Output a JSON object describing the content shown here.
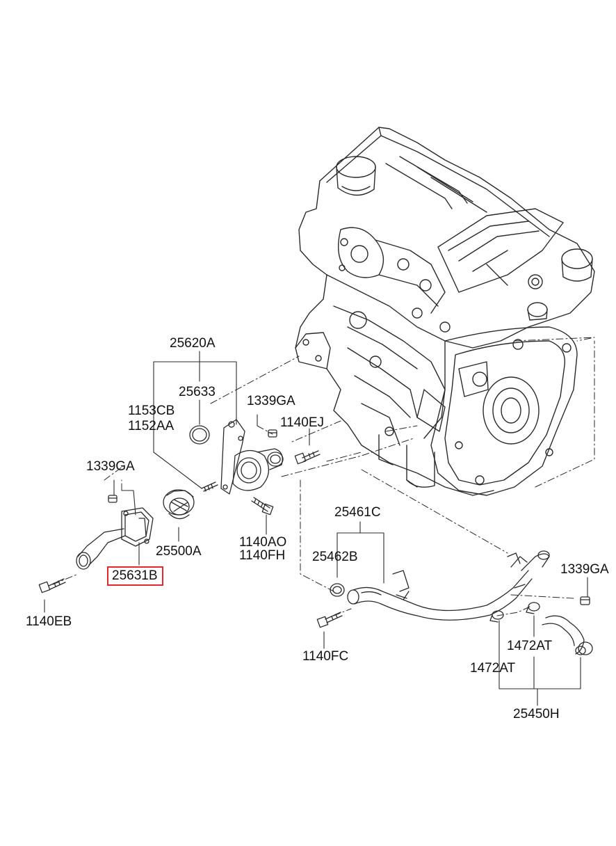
{
  "labels": {
    "25620A": "25620A",
    "25633": "25633",
    "1153CB": "1153CB",
    "1152AA": "1152AA",
    "1339GA_top": "1339GA",
    "1140EJ": "1140EJ",
    "1339GA_left": "1339GA",
    "25500A": "25500A",
    "1140AO": "1140AO",
    "1140FH": "1140FH",
    "25631B": "25631B",
    "1140EB": "1140EB",
    "25461C": "25461C",
    "25462B": "25462B",
    "1339GA_right": "1339GA",
    "1140FC": "1140FC",
    "1472AT_right": "1472AT",
    "1472AT_left": "1472AT",
    "25450H": "25450H"
  },
  "colors": {
    "line": "#2a2a2a",
    "highlight": "#e5262a",
    "background": "#ffffff"
  }
}
